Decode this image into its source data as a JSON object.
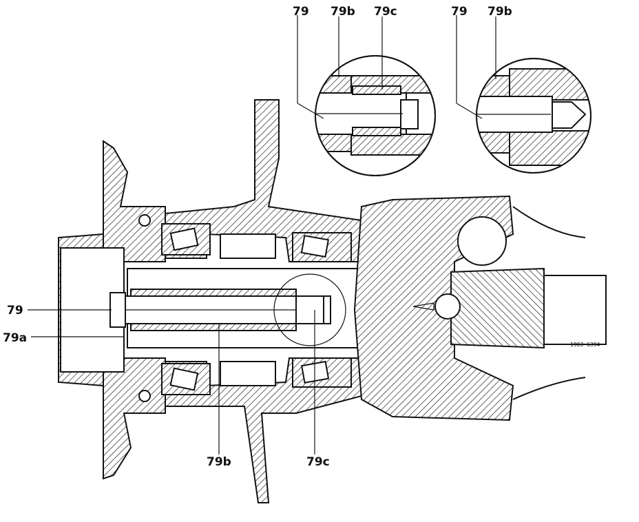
{
  "labels": {
    "main_79": "79",
    "main_79a": "79a",
    "main_79b": "79b",
    "main_79c": "79c",
    "detail_left_79": "79",
    "detail_left_79b": "79b",
    "detail_left_79c": "79c",
    "detail_right_79": "79",
    "detail_right_79b": "79b"
  },
  "reference_code": "1903-6394",
  "colors": {
    "ink": "#111111",
    "paper": "#ffffff"
  }
}
